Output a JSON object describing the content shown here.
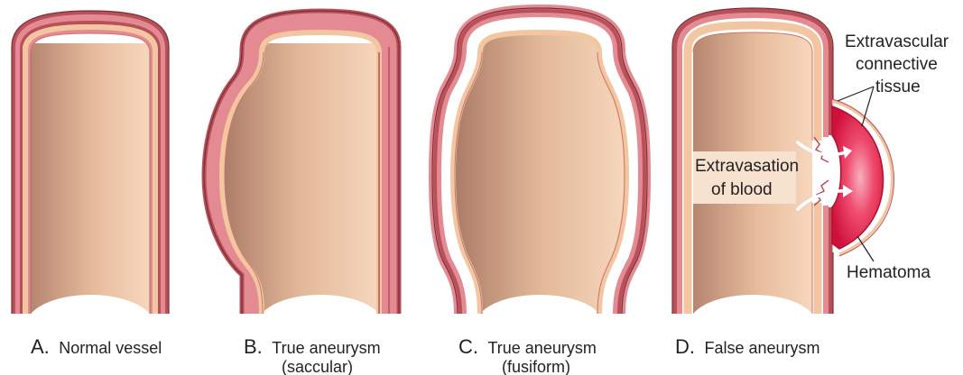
{
  "panels": [
    {
      "letter": "A.",
      "title": "Normal vessel",
      "subtitle": ""
    },
    {
      "letter": "B.",
      "title": "True aneurysm",
      "subtitle": "(saccular)"
    },
    {
      "letter": "C.",
      "title": "True aneurysm",
      "subtitle": "(fusiform)"
    },
    {
      "letter": "D.",
      "title": "False aneurysm",
      "subtitle": ""
    }
  ],
  "callouts": {
    "connective_line1": "Extravascular",
    "connective_line2": "connective",
    "connective_line3": "tissue",
    "extravasation_line1": "Extravasation",
    "extravasation_line2": "of blood",
    "hematoma": "Hematoma"
  },
  "colors": {
    "wall_outer": "#b8505a",
    "wall_middle": "#e48a92",
    "wall_inner": "#f3c6a2",
    "lumen_dark": "#b68670",
    "lumen_light": "#f6d7bd",
    "hematoma": "#e8204a",
    "text": "#231f20"
  }
}
